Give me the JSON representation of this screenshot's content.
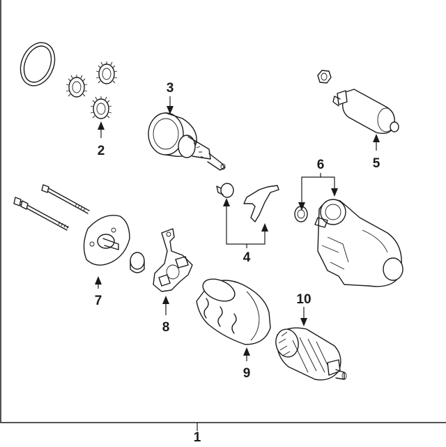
{
  "diagram": {
    "callouts": {
      "c1": "1",
      "c2": "2",
      "c3": "3",
      "c4": "4",
      "c5": "5",
      "c6": "6",
      "c7": "7",
      "c8": "8",
      "c9": "9",
      "c10": "10"
    },
    "colors": {
      "line": "#1a1a1a",
      "background": "#ffffff"
    }
  }
}
